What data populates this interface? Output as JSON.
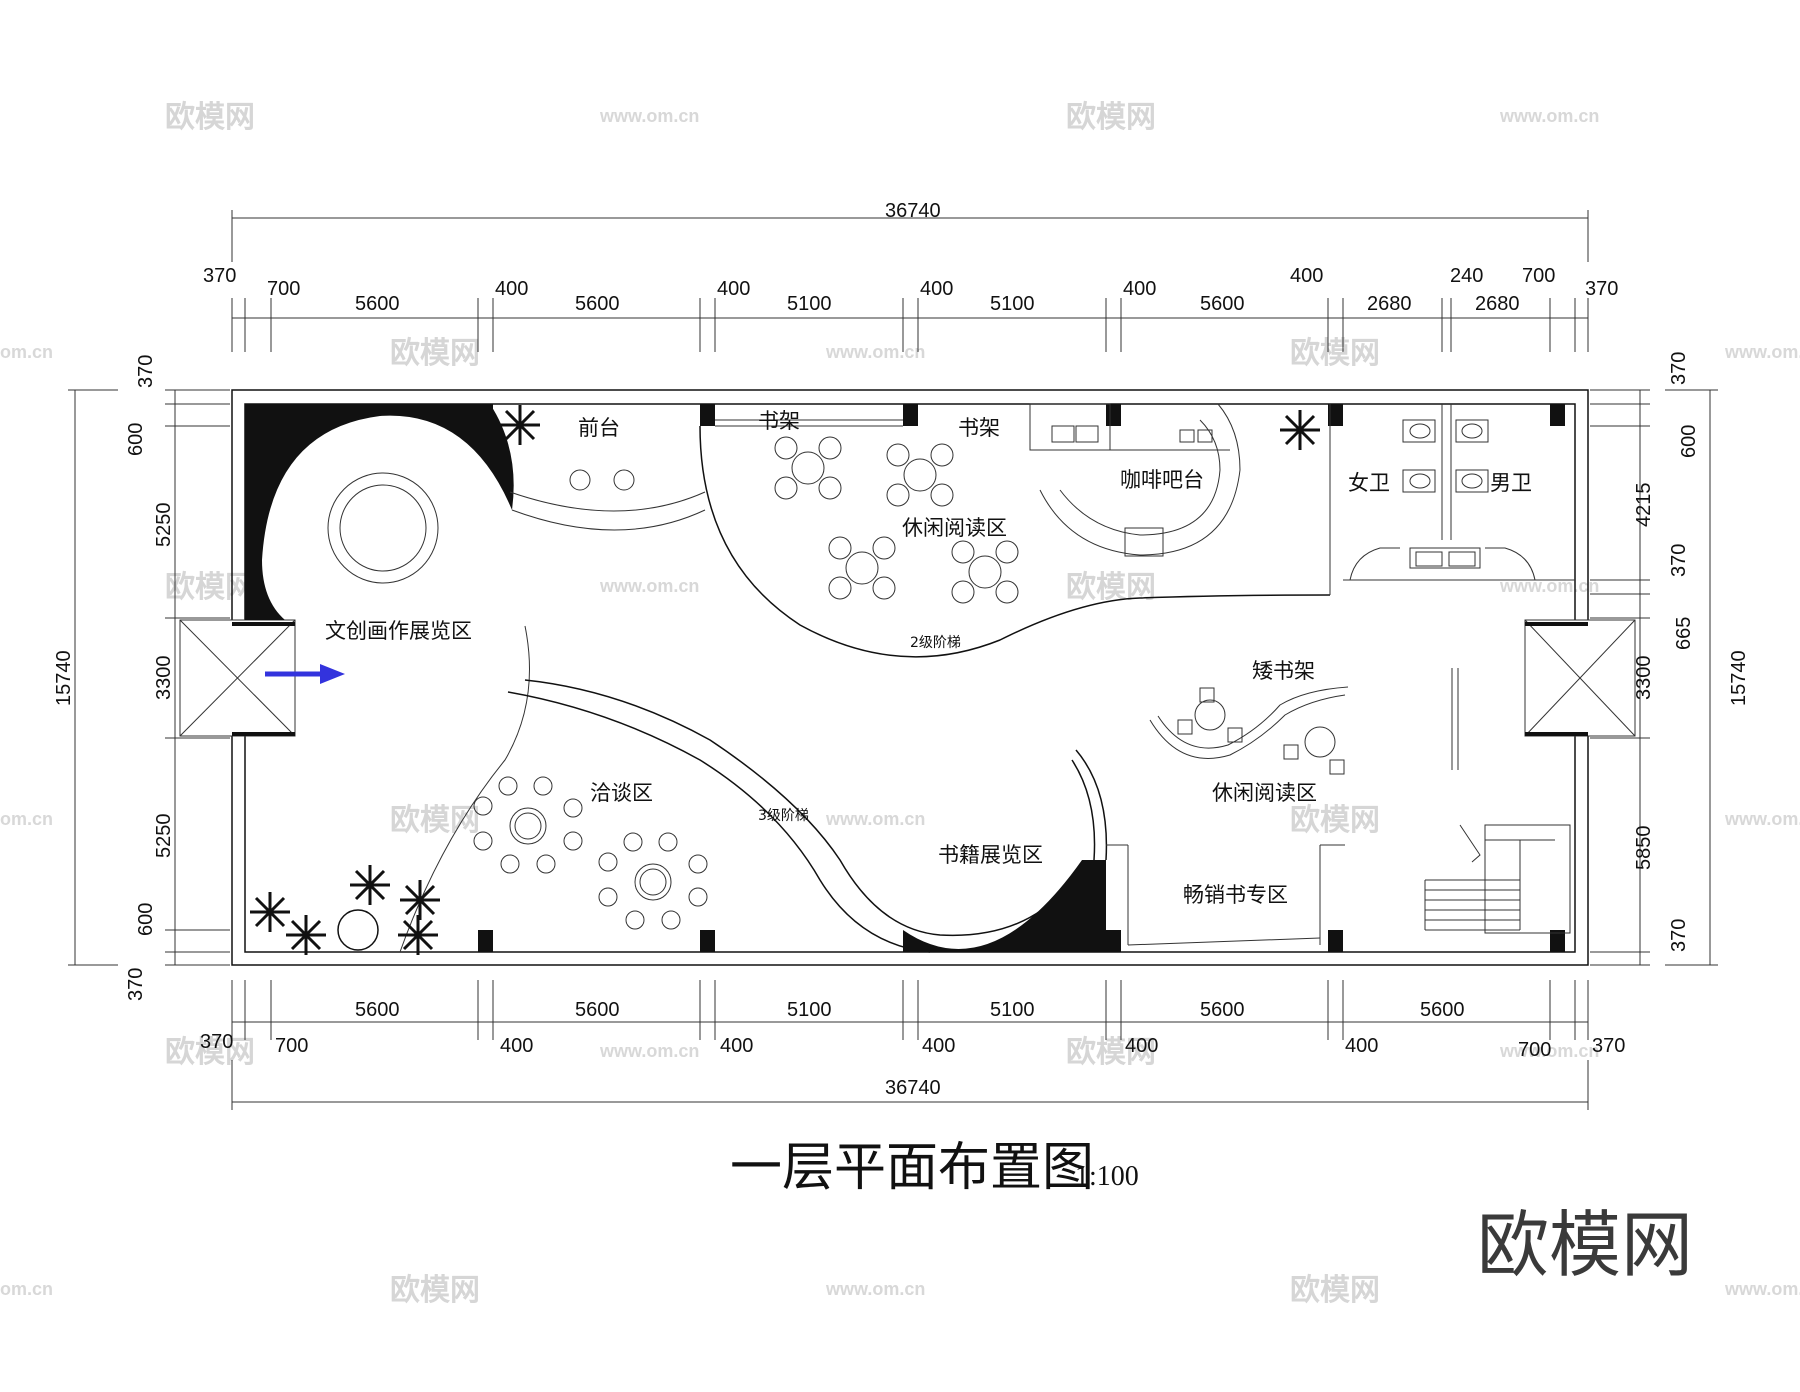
{
  "title": "一层平面布置图",
  "scale": "1:100",
  "logo": "欧模网",
  "watermark": {
    "cn": "欧模网",
    "url": "www.om.cn",
    "partial": "om.cn"
  },
  "dims": {
    "total_top": "36740",
    "total_bottom": "36740",
    "top_row": [
      "370",
      "700",
      "5600",
      "400",
      "5600",
      "400",
      "5100",
      "400",
      "5100",
      "400",
      "5600",
      "400",
      "2680",
      "240",
      "2680",
      "700",
      "370"
    ],
    "bottom_row": [
      "370",
      "700",
      "5600",
      "400",
      "5600",
      "400",
      "5100",
      "400",
      "5100",
      "400",
      "5600",
      "400",
      "5600",
      "700",
      "370"
    ],
    "left_col": [
      "370",
      "600",
      "5250",
      "3300",
      "5250",
      "600",
      "370"
    ],
    "left_total": "15740",
    "right_col": [
      "370",
      "600",
      "4215",
      "370",
      "665",
      "3300",
      "5850",
      "370"
    ],
    "right_total": "15740"
  },
  "rooms": {
    "reception": "前台",
    "bookshelf_1": "书架",
    "bookshelf_2": "书架",
    "coffee_bar": "咖啡吧台",
    "female_wc": "女卫",
    "male_wc": "男卫",
    "leisure_reading_1": "休闲阅读区",
    "creative_exhibit": "文创画作展览区",
    "stairs_2": "2级阶梯",
    "low_shelf": "矮书架",
    "negotiation": "洽谈区",
    "stairs_3": "3级阶梯",
    "book_exhibit": "书籍展览区",
    "leisure_reading_2": "休闲阅读区",
    "bestseller": "畅销书专区"
  },
  "colors": {
    "entry_arrow": "#3333dd",
    "line": "#111111"
  }
}
